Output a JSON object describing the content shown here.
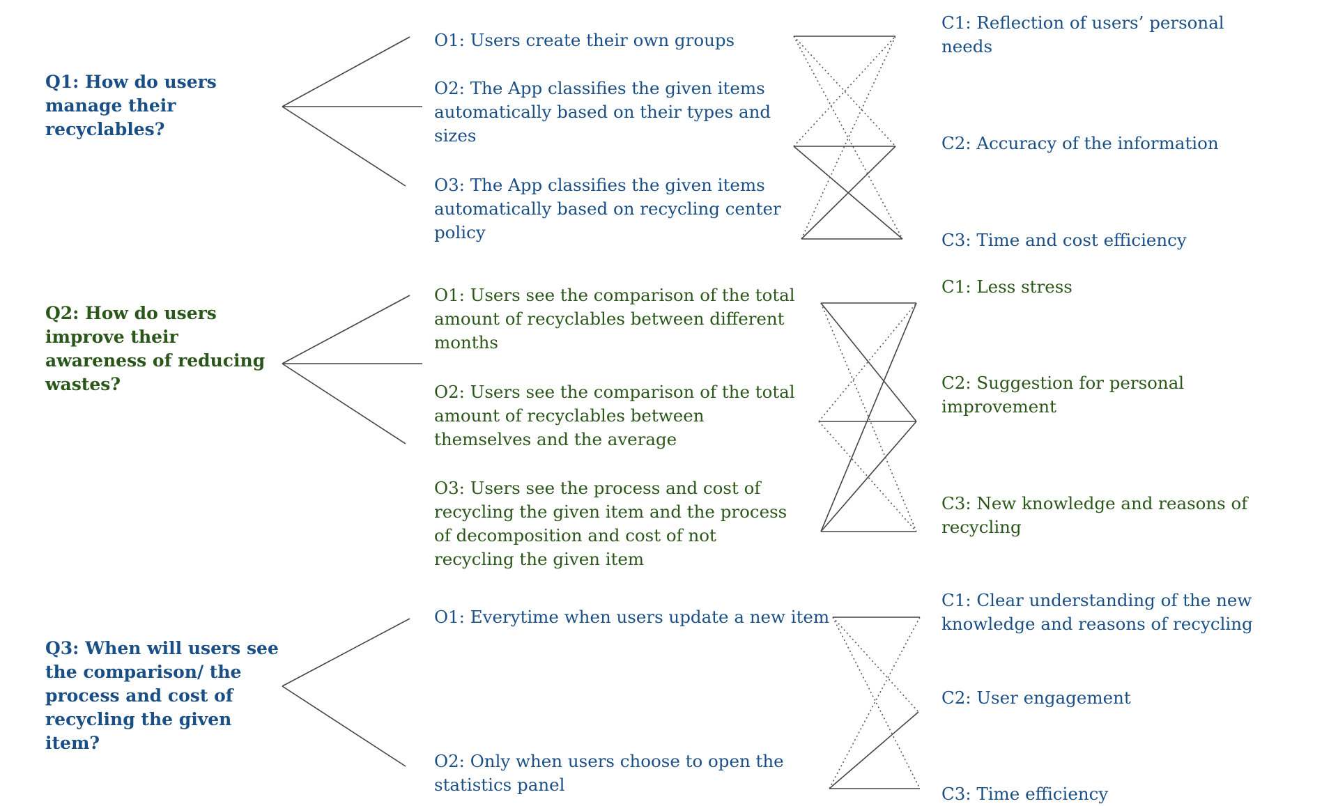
{
  "colors": {
    "q1_section": "#1a4f86",
    "q2_section": "#2a5719",
    "q3_section": "#1a4f86",
    "line": "#444444"
  },
  "sections": [
    {
      "id": "q1",
      "question": "Q1: How do users\nmanage their\nrecyclables?",
      "options": [
        "O1: Users create their own groups",
        "O2: The App classifies the given items\nautomatically based on their types and\nsizes",
        "O3: The App classifies the given items\nautomatically based on recycling center\npolicy"
      ],
      "criteria": [
        "C1: Reflection of users’ personal\nneeds",
        "C2: Accuracy of the information",
        "C3: Time and cost efficiency"
      ]
    },
    {
      "id": "q2",
      "question": "Q2: How do users\nimprove their\nawareness of reducing\nwastes?",
      "options": [
        "O1: Users see the comparison of the total\namount of recyclables between different\nmonths",
        "O2: Users see the comparison of the total\namount of recyclables between\nthemselves and the average",
        "O3: Users see the process and cost of\nrecycling the given item and the process\nof decomposition and cost of not\nrecycling the given item"
      ],
      "criteria": [
        "C1: Less stress",
        "C2: Suggestion for personal\nimprovement",
        "C3: New knowledge and reasons of\nrecycling"
      ]
    },
    {
      "id": "q3",
      "question": "Q3: When will users see\nthe comparison/ the\nprocess and cost of\nrecycling the given\nitem?",
      "options": [
        "O1: Everytime when users update a new item",
        "O2: Only when users choose to open the\nstatistics panel"
      ],
      "criteria": [
        "C1: Clear understanding of the new\nknowledge and reasons of recycling",
        "C2: User engagement",
        "C3: Time efficiency"
      ]
    }
  ]
}
